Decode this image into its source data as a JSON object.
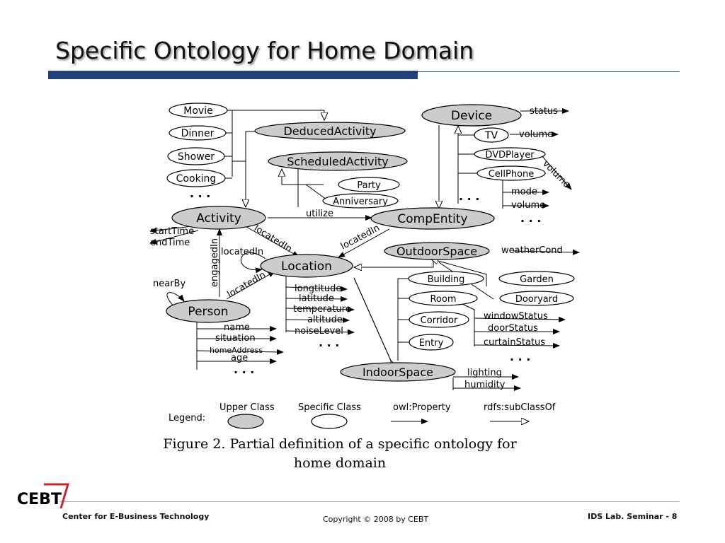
{
  "title": "Specific Ontology for Home Domain",
  "diagram": {
    "nodes": {
      "movie": "Movie",
      "dinner": "Dinner",
      "shower": "Shower",
      "cooking": "Cooking",
      "deduced_activity": "DeducedActivity",
      "scheduled_activity": "ScheduledActivity",
      "party": "Party",
      "anniversary": "Anniversary",
      "device": "Device",
      "tv": "TV",
      "dvdplayer": "DVDPlayer",
      "cellphone": "CellPhone",
      "activity": "Activity",
      "comp_entity": "CompEntity",
      "outdoor_space": "OutdoorSpace",
      "location": "Location",
      "building": "Building",
      "garden": "Garden",
      "room": "Room",
      "dooryard": "Dooryard",
      "corridor": "Corridor",
      "entry": "Entry",
      "person": "Person",
      "indoor_space": "IndoorSpace"
    },
    "properties": {
      "status": "status",
      "device_volume": "volume",
      "dvd_volume": "volume",
      "mode": "mode",
      "cell_volume": "volume",
      "utilize": "utilize",
      "start_time": "startTime",
      "end_time": "endTime",
      "located_in_activity": "locatedIn",
      "located_in_comp": "locatedIn",
      "located_in_self": "locatedIn",
      "located_in_person": "locatedIn",
      "engaged_in": "engagedIn",
      "weather_cond": "weatherCond",
      "near_by": "nearBy",
      "longtitude": "longtitude",
      "latitude": "latitude",
      "temperature": "temperature",
      "altitude": "altitude",
      "noise_level": "noiseLevel",
      "name": "name",
      "situation": "situation",
      "home_address": "homeAddress",
      "age": "age",
      "window_status": "windowStatus",
      "door_status": "doorStatus",
      "curtain_status": "curtainStatus",
      "lighting": "lighting",
      "humidity": "humidity"
    },
    "ellipses": {
      "e1": "· · ·",
      "e2": "· · ·",
      "e3": "· · ·",
      "e4": "· · ·",
      "e5": "· · ·",
      "e6": "· · ·"
    },
    "legend": {
      "label": "Legend:",
      "upper_class": "Upper Class",
      "specific_class": "Specific Class",
      "owl_property": "owl:Property",
      "subclass_of": "rdfs:subClassOf"
    },
    "colors": {
      "upper_fill": "#cccccc",
      "specific_fill": "#ffffff",
      "stroke": "#000000"
    }
  },
  "caption": {
    "line1": "Figure 2.  Partial definition of a specific ontology for",
    "line2": "home domain"
  },
  "footer": {
    "logo_text": "CEBT",
    "org": "Center for E-Business Technology",
    "copyright": "Copyright © 2008 by CEBT",
    "page": "IDS Lab. Seminar - 8"
  }
}
